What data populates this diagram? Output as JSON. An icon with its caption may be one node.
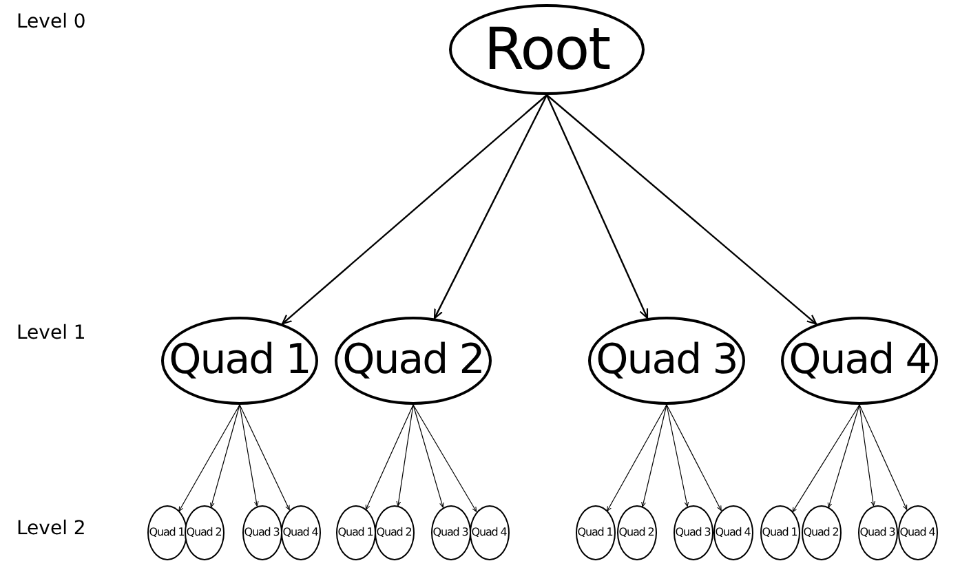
{
  "diagram": {
    "nodes": [
      {
        "text": [
          "Root"
        ]
      },
      {
        "text": [
          "Quad 1"
        ]
      },
      {
        "text": [
          "Quad 2"
        ]
      },
      {
        "text": [
          "Quad 3"
        ]
      },
      {
        "text": [
          "Quad 4"
        ]
      },
      {
        "text": [
          "Quad 1"
        ]
      },
      {
        "text": [
          "Quad 2"
        ]
      },
      {
        "text": [
          "Quad 3"
        ]
      },
      {
        "text": [
          "Quad 4"
        ]
      },
      {
        "text": [
          "Quad 1"
        ]
      },
      {
        "text": [
          "Quad 2"
        ]
      },
      {
        "text": [
          "Quad 3"
        ]
      },
      {
        "text": [
          "Quad 4"
        ]
      },
      {
        "text": [
          "Quad 1"
        ]
      },
      {
        "text": [
          "Quad 2"
        ]
      },
      {
        "text": [
          "Quad 3"
        ]
      },
      {
        "text": [
          "Quad 4"
        ]
      },
      {
        "text": [
          "Quad 1"
        ]
      },
      {
        "text": [
          "Quad 2"
        ]
      },
      {
        "text": [
          "Quad 3"
        ]
      },
      {
        "text": [
          "Quad 4"
        ]
      }
    ],
    "edges": [
      {
        "from": 0,
        "to": 1,
        "arrow": "to"
      },
      {
        "from": 0,
        "to": 2,
        "arrow": "to"
      },
      {
        "from": 0,
        "to": 3,
        "arrow": "to"
      },
      {
        "from": 0,
        "to": 4,
        "arrow": "to"
      },
      {
        "from": 1,
        "to": 5,
        "arrow": "to"
      },
      {
        "from": 1,
        "to": 6,
        "arrow": "to"
      },
      {
        "from": 1,
        "to": 7,
        "arrow": "to"
      },
      {
        "from": 1,
        "to": 8,
        "arrow": "to"
      },
      {
        "from": 2,
        "to": 9,
        "arrow": "to"
      },
      {
        "from": 2,
        "to": 10,
        "arrow": "to"
      },
      {
        "from": 2,
        "to": 11,
        "arrow": "to"
      },
      {
        "from": 2,
        "to": 12,
        "arrow": "to"
      },
      {
        "from": 3,
        "to": 13,
        "arrow": "to"
      },
      {
        "from": 3,
        "to": 14,
        "arrow": "to"
      },
      {
        "from": 3,
        "to": 15,
        "arrow": "to"
      },
      {
        "from": 3,
        "to": 16,
        "arrow": "to"
      },
      {
        "from": 4,
        "to": 17,
        "arrow": "to"
      },
      {
        "from": 4,
        "to": 18,
        "arrow": "to"
      },
      {
        "from": 4,
        "to": 19,
        "arrow": "to"
      },
      {
        "from": 4,
        "to": 20,
        "arrow": "to"
      }
    ],
    "labels": [
      "Level 0",
      "Level 1",
      "Level 2"
    ]
  }
}
